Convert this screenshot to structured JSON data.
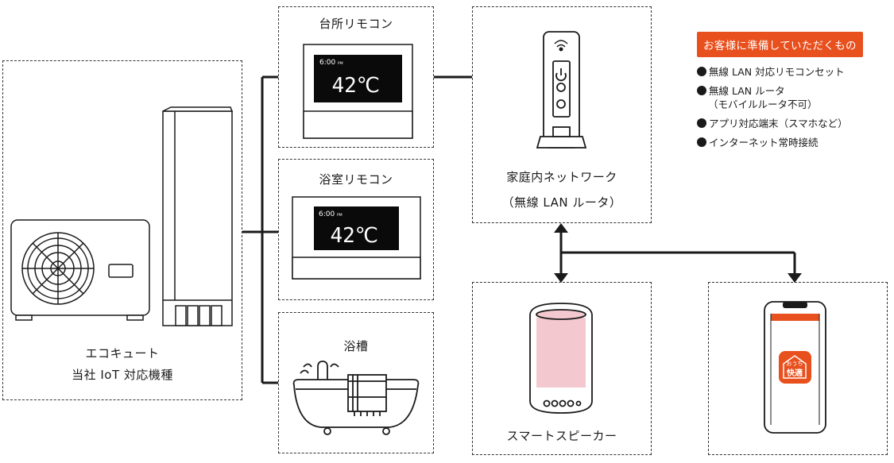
{
  "nodes": {
    "ecocute": {
      "line1": "エコキュート",
      "line2": "当社 IoT 対応機種"
    },
    "kitchen_remote": {
      "label": "台所リモコン",
      "time": "6:00",
      "ampm": "PM",
      "temp": "42℃"
    },
    "bath_remote": {
      "label": "浴室リモコン",
      "time": "6:00",
      "ampm": "PM",
      "temp": "42℃"
    },
    "bathtub": {
      "label": "浴槽"
    },
    "router": {
      "line1": "家庭内ネットワーク",
      "line2": "（無線 LAN ルータ）"
    },
    "speaker": {
      "label": "スマートスピーカー"
    },
    "smartphone": {
      "app_line1": "おうち",
      "app_line2": "快適"
    }
  },
  "legend": {
    "title": "お客様に準備していただくもの",
    "items": [
      {
        "text": "無線 LAN 対応リモコンセット",
        "sub": ""
      },
      {
        "text": "無線 LAN ルータ",
        "sub": "（モバイルルータ不可）"
      },
      {
        "text": "アプリ対応端末（スマホなど）",
        "sub": ""
      },
      {
        "text": "インターネット常時接続",
        "sub": ""
      }
    ]
  },
  "colors": {
    "accent": "#e8501e",
    "line": "#1a1a1a",
    "speaker_body": "#f3c9cf",
    "display_bg": "#0a0a0a"
  }
}
